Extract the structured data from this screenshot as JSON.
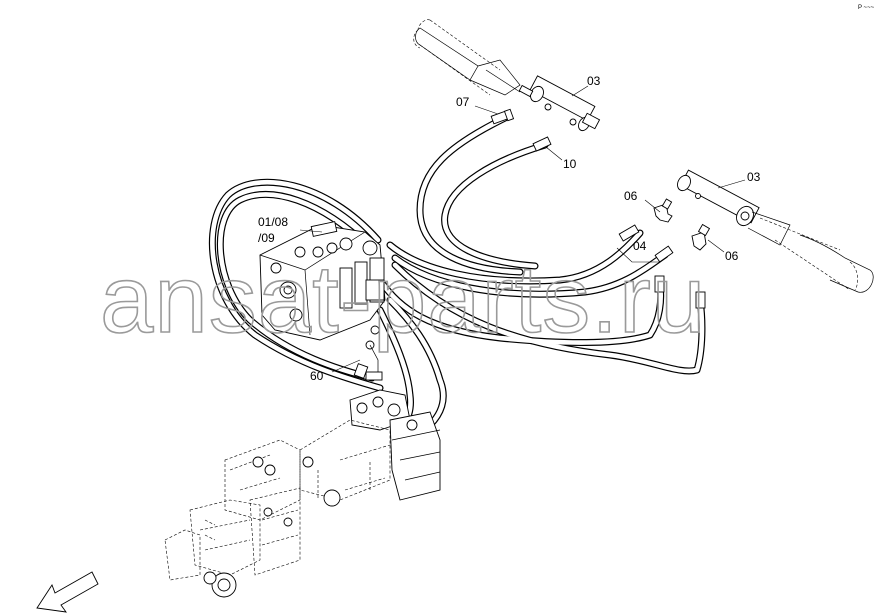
{
  "corner_mark": "P ~~~",
  "labels": {
    "l03_top": "03",
    "l07": "07",
    "l10": "10",
    "l03_right": "03",
    "l06_top": "06",
    "l04": "04",
    "l06_bottom": "06",
    "l01_08": "01/08",
    "l09": "/09",
    "l60": "60"
  },
  "watermark": "ansat-parts.ru",
  "colors": {
    "line": "#000000",
    "watermark": "#9a9a9a",
    "background": "#ffffff"
  },
  "icons": {
    "direction_arrow": "arrow-down-left-icon"
  }
}
